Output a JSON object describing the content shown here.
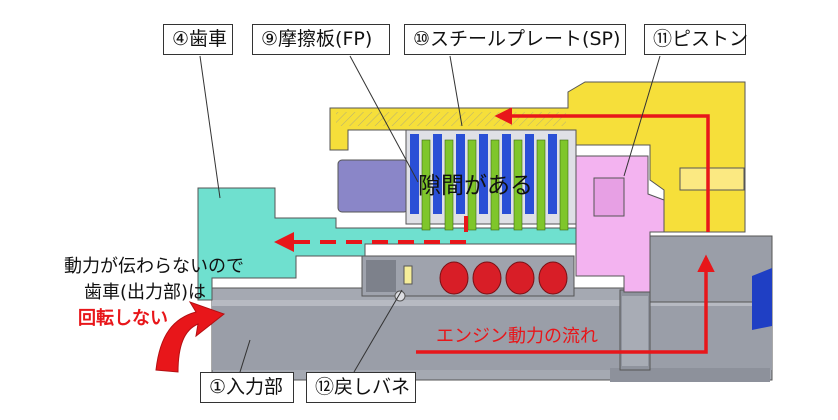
{
  "callouts": {
    "gear": "④歯車",
    "friction_plate": "⑨摩擦板(FP)",
    "steel_plate": "⑩スチールプレート(SP)",
    "piston": "⑪ピストン",
    "input": "①入力部",
    "return_spring": "⑫戻しバネ"
  },
  "annotations": {
    "gap": "隙間がある",
    "engine_flow": "エンジン動力の流れ"
  },
  "note": {
    "line1": "動力が伝わらないので",
    "line2": "歯車(出力部)は",
    "line3": "回転しない"
  },
  "colors": {
    "gear_cyan": "#6fe0cf",
    "housing_yellow": "#f6df3a",
    "piston_pink": "#f3b3f0",
    "friction_blue": "#2a4fd6",
    "steel_green": "#7fc62b",
    "spring_red": "#d81e27",
    "base_gray": "#9a9ea8",
    "flow_red": "#e8161a"
  }
}
